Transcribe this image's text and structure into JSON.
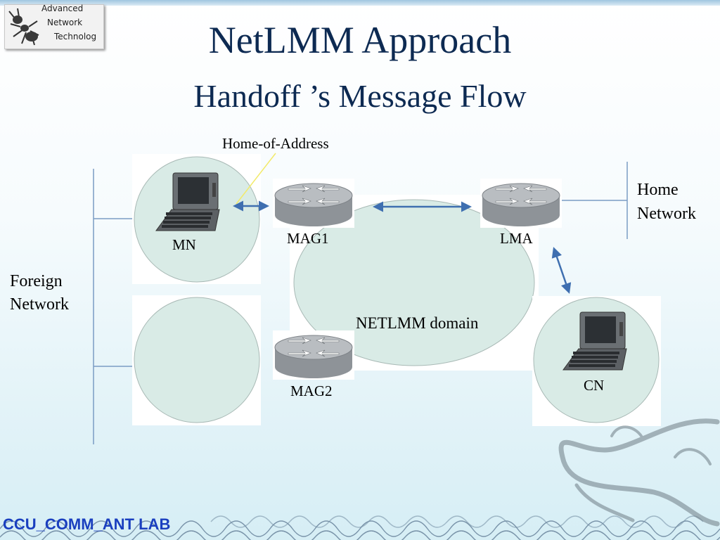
{
  "slide": {
    "title": "NetLMM Approach",
    "subtitle": "Handoff ’s Message Flow",
    "footer": "CCU_COMM_ANT LAB"
  },
  "logo": {
    "lines": [
      "Advanced",
      "Network",
      "Technolog"
    ]
  },
  "diagram": {
    "annotation": "Home-of-Address",
    "domain_label": "NETLMM domain",
    "nodes": {
      "mn": "MN",
      "mag1": "MAG1",
      "mag2": "MAG2",
      "lma": "LMA",
      "cn": "CN"
    },
    "networks": {
      "foreign": [
        "Foreign",
        "Network"
      ],
      "home": [
        "Home",
        "Network"
      ]
    }
  },
  "colors": {
    "title": "#0d2a52",
    "arrow": "#3f6fb0",
    "cell_fill": "#d9ebe6",
    "router_body": "#9ea3a8",
    "footer": "#1a3fbf"
  }
}
